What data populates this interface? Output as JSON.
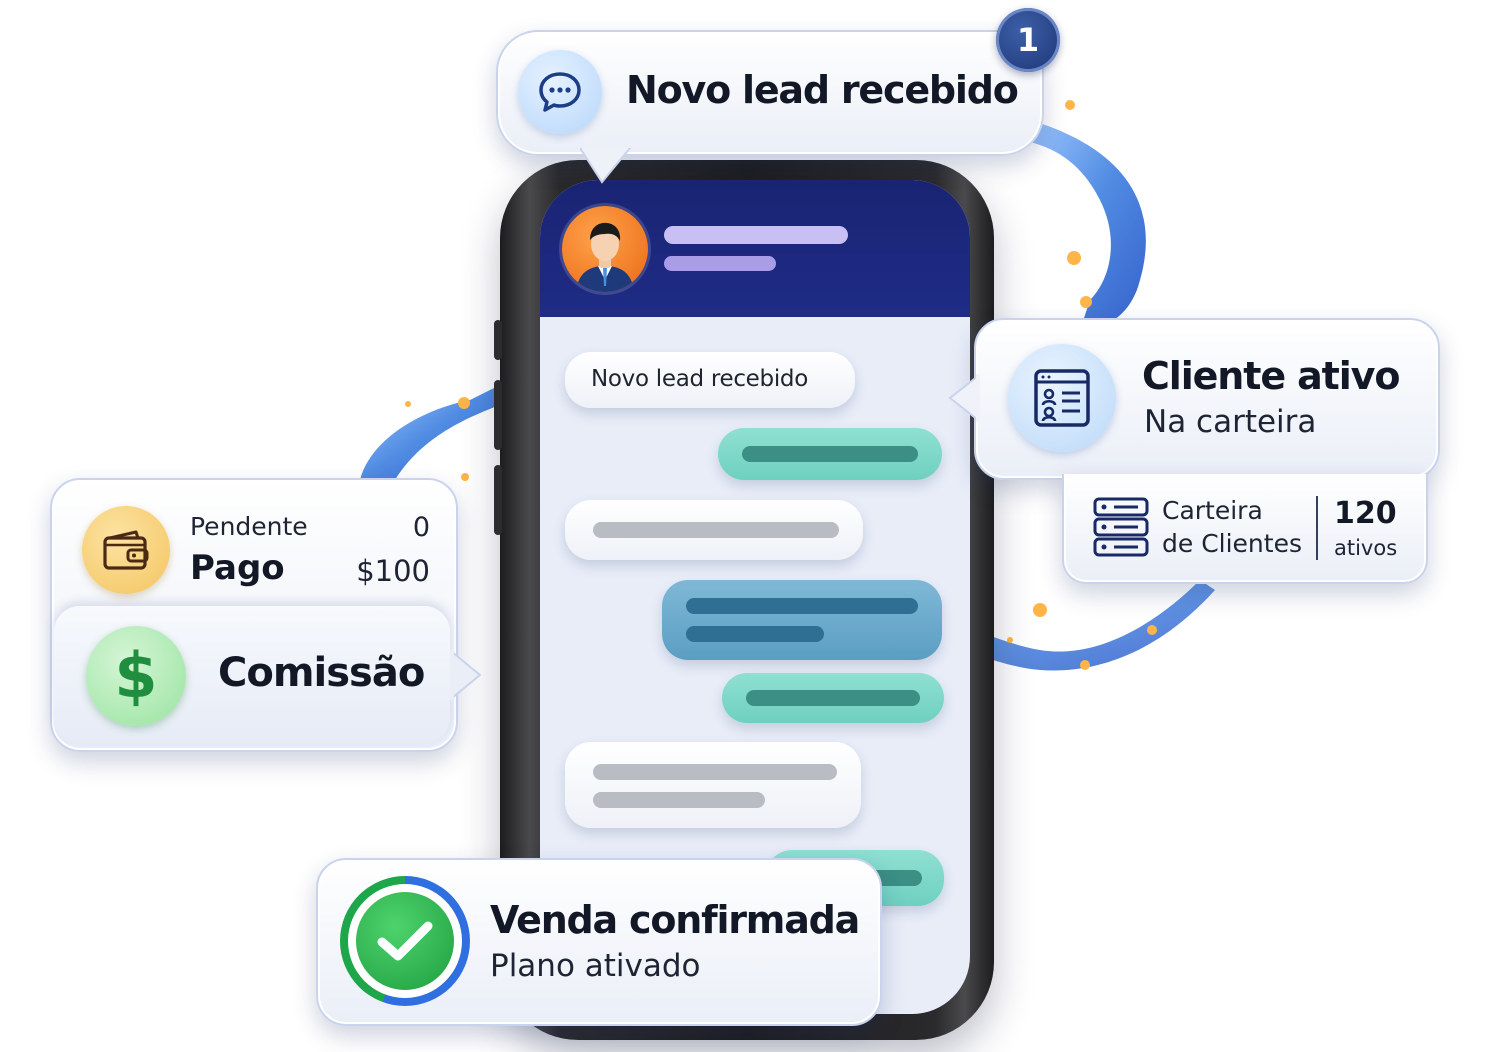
{
  "notification": {
    "title": "Novo lead recebido",
    "badge_count": "1",
    "icon": "chat-bubble-icon"
  },
  "chat": {
    "first_message": "Novo lead recebido",
    "avatar_icon": "businessman-avatar"
  },
  "client_card": {
    "title": "Cliente ativo",
    "subtitle": "Na carteira",
    "icon": "client-file-icon"
  },
  "portfolio_card": {
    "label_line1": "Carteira",
    "label_line2": "de Clientes",
    "count": "120",
    "count_label": "ativos",
    "icon": "database-icon"
  },
  "payment_card": {
    "pending_label": "Pendente",
    "pending_value": "0",
    "paid_label": "Pago",
    "paid_value": "$100",
    "icon": "wallet-icon"
  },
  "commission_card": {
    "title": "Comissão",
    "icon": "dollar-icon"
  },
  "sale_card": {
    "title": "Venda confirmada",
    "subtitle": "Plano ativado",
    "icon": "check-icon"
  },
  "colors": {
    "header_navy": "#1f2c86",
    "teal_bubble": "#6fd0c0",
    "blue_bubble": "#5b9ec3",
    "success_green": "#22a447",
    "money_green": "#1f8f3f",
    "wallet_yellow": "#f6c96a",
    "ribbon_blue": "#3d7fe0"
  }
}
